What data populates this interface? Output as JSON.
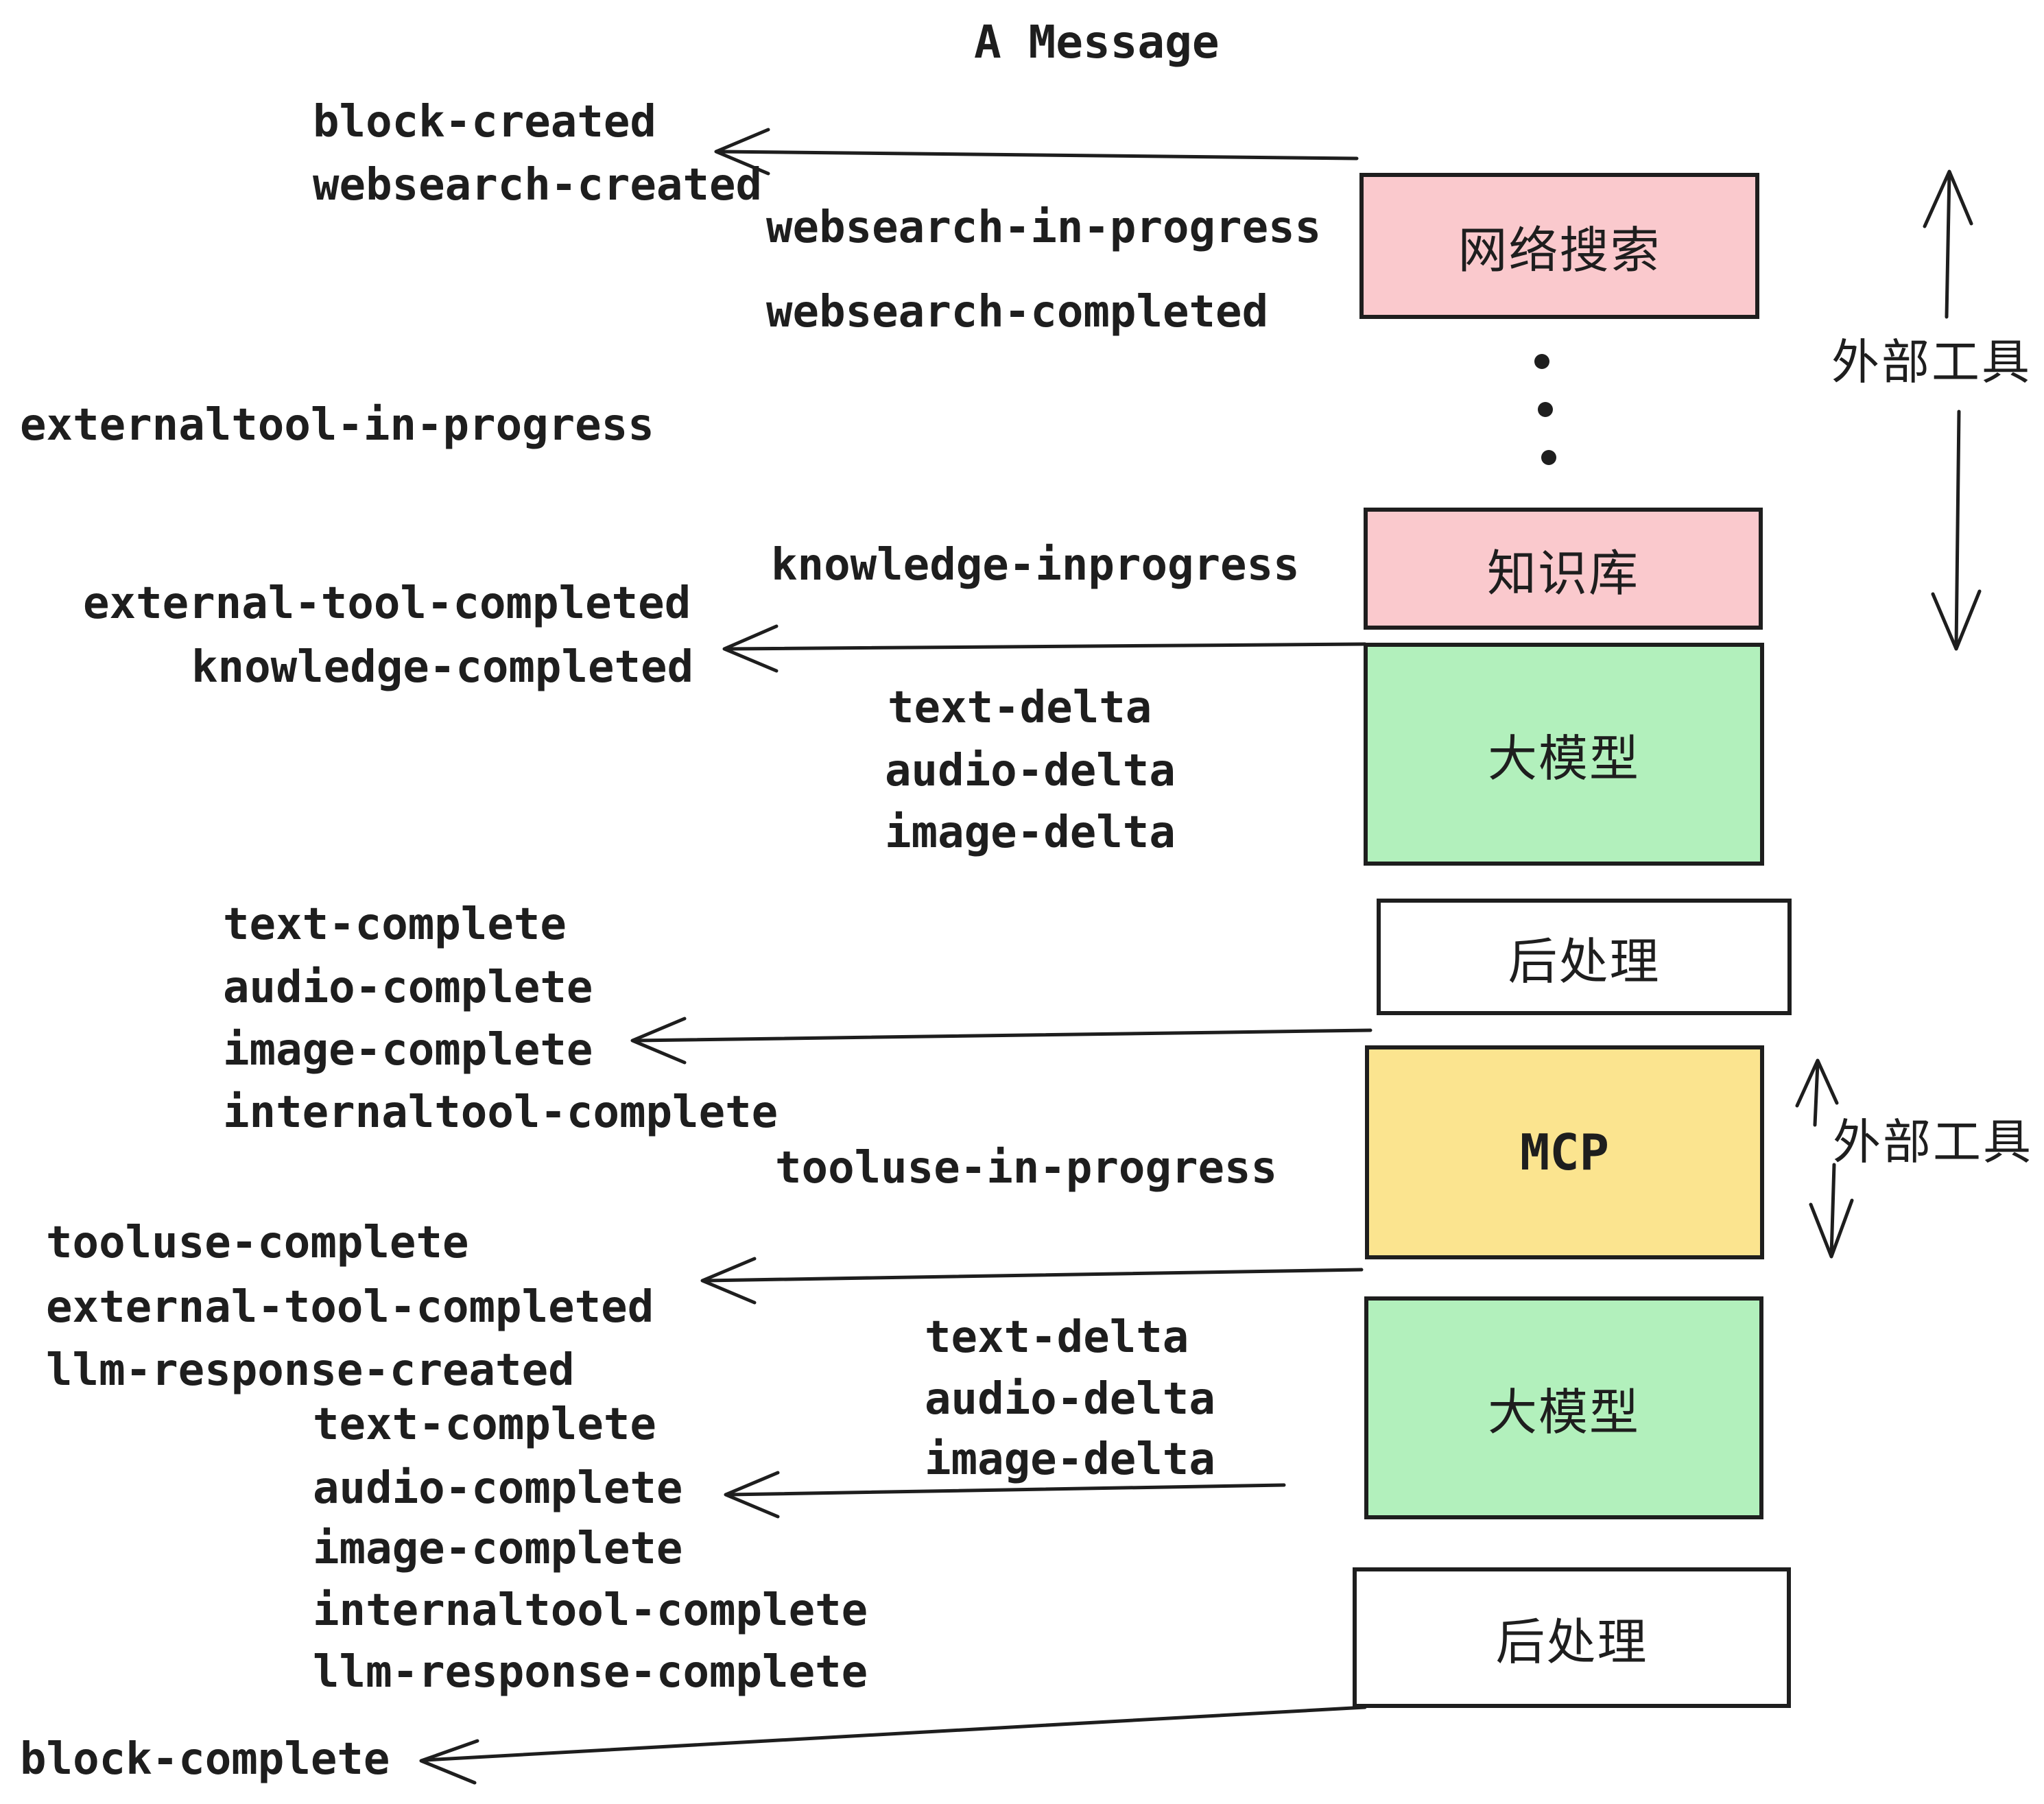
{
  "title": "A Message",
  "events": {
    "block_created": "block-created",
    "websearch_created": "websearch-created",
    "websearch_in_progress": "websearch-in-progress",
    "websearch_completed": "websearch-completed",
    "externaltool_in_progress": "externaltool-in-progress",
    "knowledge_inprogress": "knowledge-inprogress",
    "external_tool_completed": "external-tool-completed",
    "knowledge_completed": "knowledge-completed",
    "text_delta": "text-delta",
    "audio_delta": "audio-delta",
    "image_delta": "image-delta",
    "text_complete": "text-complete",
    "audio_complete": "audio-complete",
    "image_complete": "image-complete",
    "internaltool_complete": "internaltool-complete",
    "tooluse_in_progress": "tooluse-in-progress",
    "tooluse_complete": "tooluse-complete",
    "external_tool_completed_2": "external-tool-completed",
    "llm_response_created": "llm-response-created",
    "text_delta_2": "text-delta",
    "audio_delta_2": "audio-delta",
    "image_delta_2": "image-delta",
    "text_complete_2": "text-complete",
    "audio_complete_2": "audio-complete",
    "image_complete_2": "image-complete",
    "internaltool_complete_2": "internaltool-complete",
    "llm_response_complete": "llm-response-complete",
    "block_complete": "block-complete"
  },
  "boxes": {
    "websearch": {
      "label": "网络搜索",
      "color": "#fac9cd"
    },
    "knowledge": {
      "label": "知识库",
      "color": "#fac9cd"
    },
    "model1": {
      "label": "大模型",
      "color": "#b2f0bc"
    },
    "post1": {
      "label": "后处理",
      "color": "#ffffff"
    },
    "mcp": {
      "label": "MCP",
      "color": "#fbe48f"
    },
    "model2": {
      "label": "大模型",
      "color": "#b2f0bc"
    },
    "post2": {
      "label": "后处理",
      "color": "#ffffff"
    }
  },
  "side_labels": {
    "external_tools_top": "外部工具",
    "external_tools_bottom": "外部工具"
  },
  "colors": {
    "ink": "#1e1e1e",
    "background": "#ffffff",
    "pink": "#fac9cd",
    "green": "#b2f0bc",
    "yellow": "#fbe48f"
  }
}
